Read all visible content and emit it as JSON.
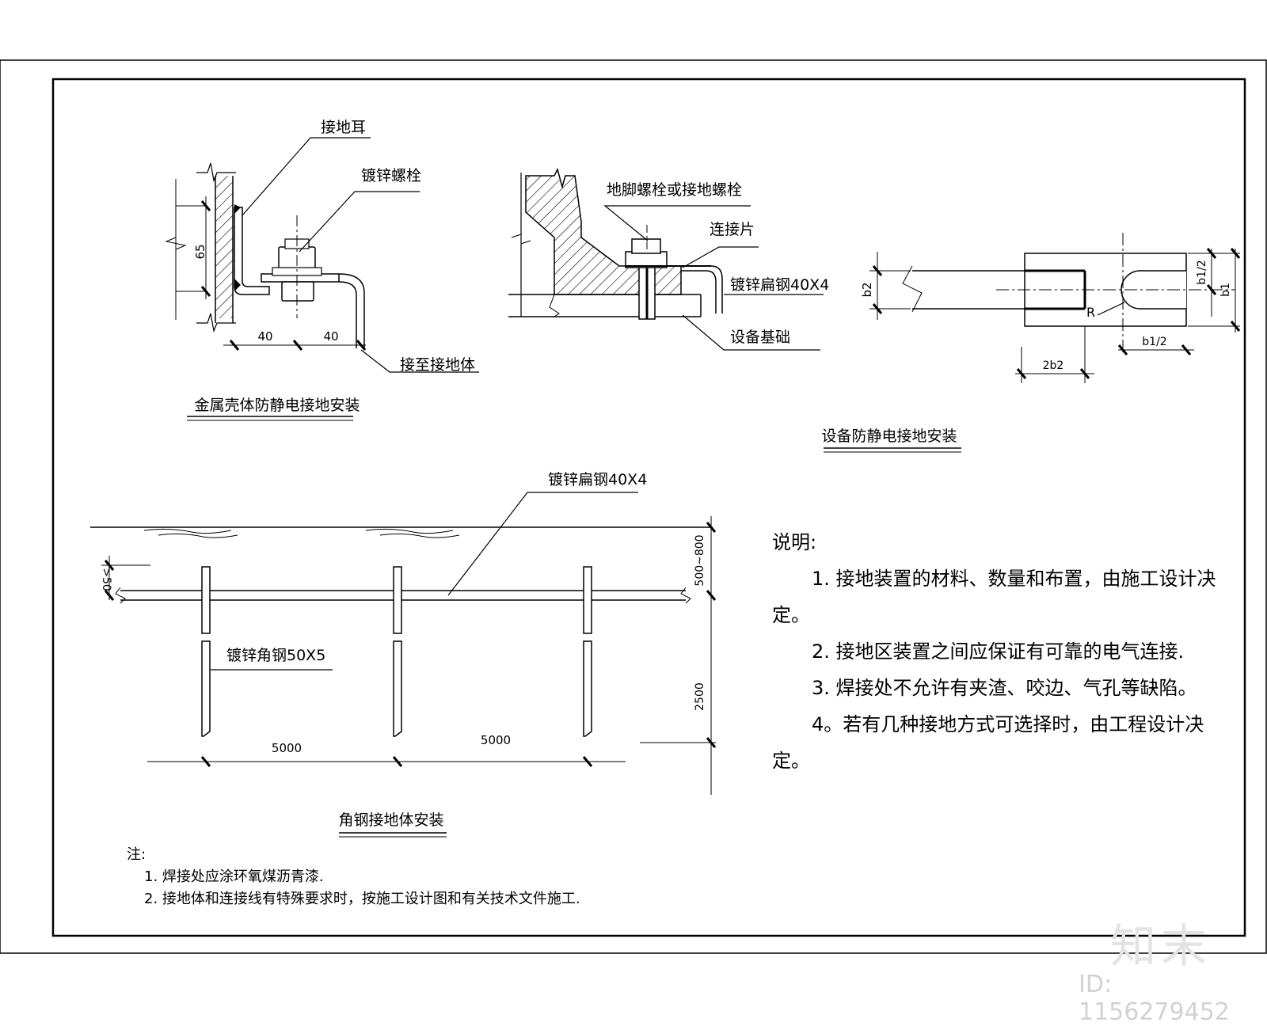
{
  "detail_metal_case": {
    "title": "金属壳体防静电接地安装",
    "label_ear": "接地耳",
    "label_bolt": "镀锌螺栓",
    "label_to_ground": "接至接地体",
    "dim_height": "65",
    "dim_left": "40",
    "dim_right": "40"
  },
  "detail_equipment": {
    "title": "设备防静电接地安装",
    "label_anchor_bolt": "地脚螺栓或接地螺栓",
    "label_connector": "连接片",
    "label_flat_steel": "镀锌扁钢40X4",
    "label_foundation": "设备基础",
    "label_R": "R",
    "dim_b2": "b2",
    "dim_b1_half_v": "b1/2",
    "dim_b1": "b1",
    "dim_b1_half_h": "b1/2",
    "dim_2b2": "2b2"
  },
  "detail_angle_steel": {
    "title": "角钢接地体安装",
    "label_flat_steel": "镀锌扁钢40X4",
    "label_angle_steel": "镀锌角钢50X5",
    "dim_top": ">50",
    "dim_depth": "500~800",
    "dim_length": "2500",
    "dim_spacing_1": "5000",
    "dim_spacing_2": "5000"
  },
  "notes": {
    "heading": "说明:",
    "items": [
      "1. 接地装置的材料、数量和布置，由施工设计决定。",
      "2. 接地区装置之间应保证有可靠的电气连接.",
      "3. 焊接处不允许有夹渣、咬边、气孔等缺陷。",
      "4。若有几种接地方式可选择时，由工程设计决定。"
    ]
  },
  "footnote": {
    "heading": "注:",
    "items": [
      "1. 焊接处应涂环氧煤沥青漆.",
      "2. 接地体和连接线有特殊要求时，按施工设计图和有关技术文件施工."
    ]
  },
  "brand": "知末",
  "image_id": "ID: 1156279452"
}
